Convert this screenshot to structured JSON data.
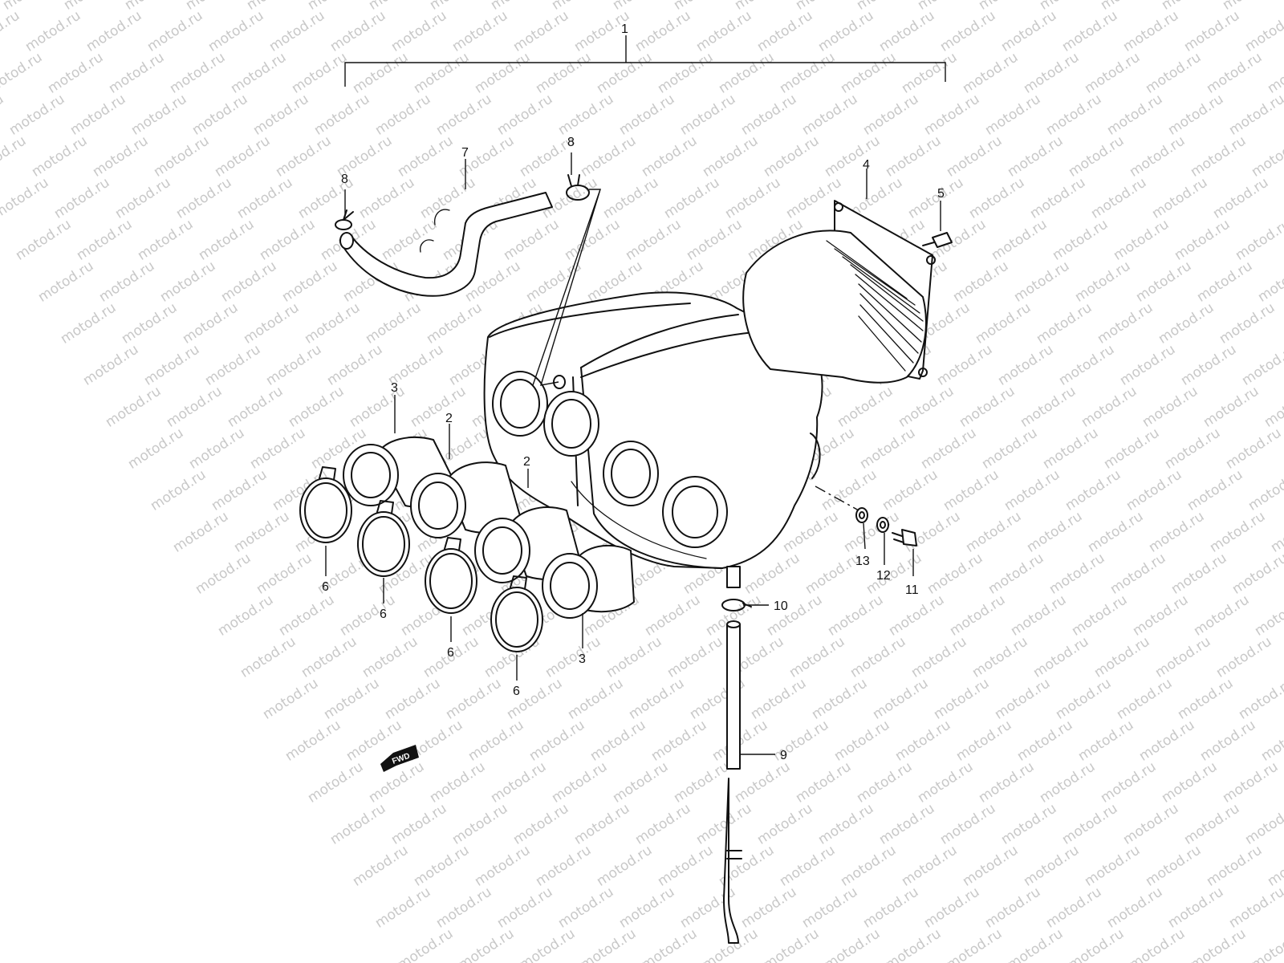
{
  "watermark": {
    "text": "motod.ru",
    "color": "#c8c8c8"
  },
  "callouts": {
    "c1": "1",
    "c2a": "2",
    "c2b": "2",
    "c3a": "3",
    "c3b": "3",
    "c4": "4",
    "c5": "5",
    "c6a": "6",
    "c6b": "6",
    "c6c": "6",
    "c6d": "6",
    "c7": "7",
    "c8a": "8",
    "c8b": "8",
    "c9": "9",
    "c10": "10",
    "c11": "11",
    "c12": "12",
    "c13": "13"
  },
  "fwd_label": "FWD",
  "parts": [
    {
      "id": "1",
      "icon": "air-cleaner-assembly"
    },
    {
      "id": "2",
      "icon": "intake-pipe"
    },
    {
      "id": "3",
      "icon": "intake-pipe"
    },
    {
      "id": "4",
      "icon": "filter-element"
    },
    {
      "id": "5",
      "icon": "screw"
    },
    {
      "id": "6",
      "icon": "hose-clamp"
    },
    {
      "id": "7",
      "icon": "breather-hose"
    },
    {
      "id": "8",
      "icon": "hose-clip"
    },
    {
      "id": "9",
      "icon": "drain-hose"
    },
    {
      "id": "10",
      "icon": "clamp"
    },
    {
      "id": "11",
      "icon": "bolt"
    },
    {
      "id": "12",
      "icon": "washer"
    },
    {
      "id": "13",
      "icon": "cushion"
    }
  ]
}
